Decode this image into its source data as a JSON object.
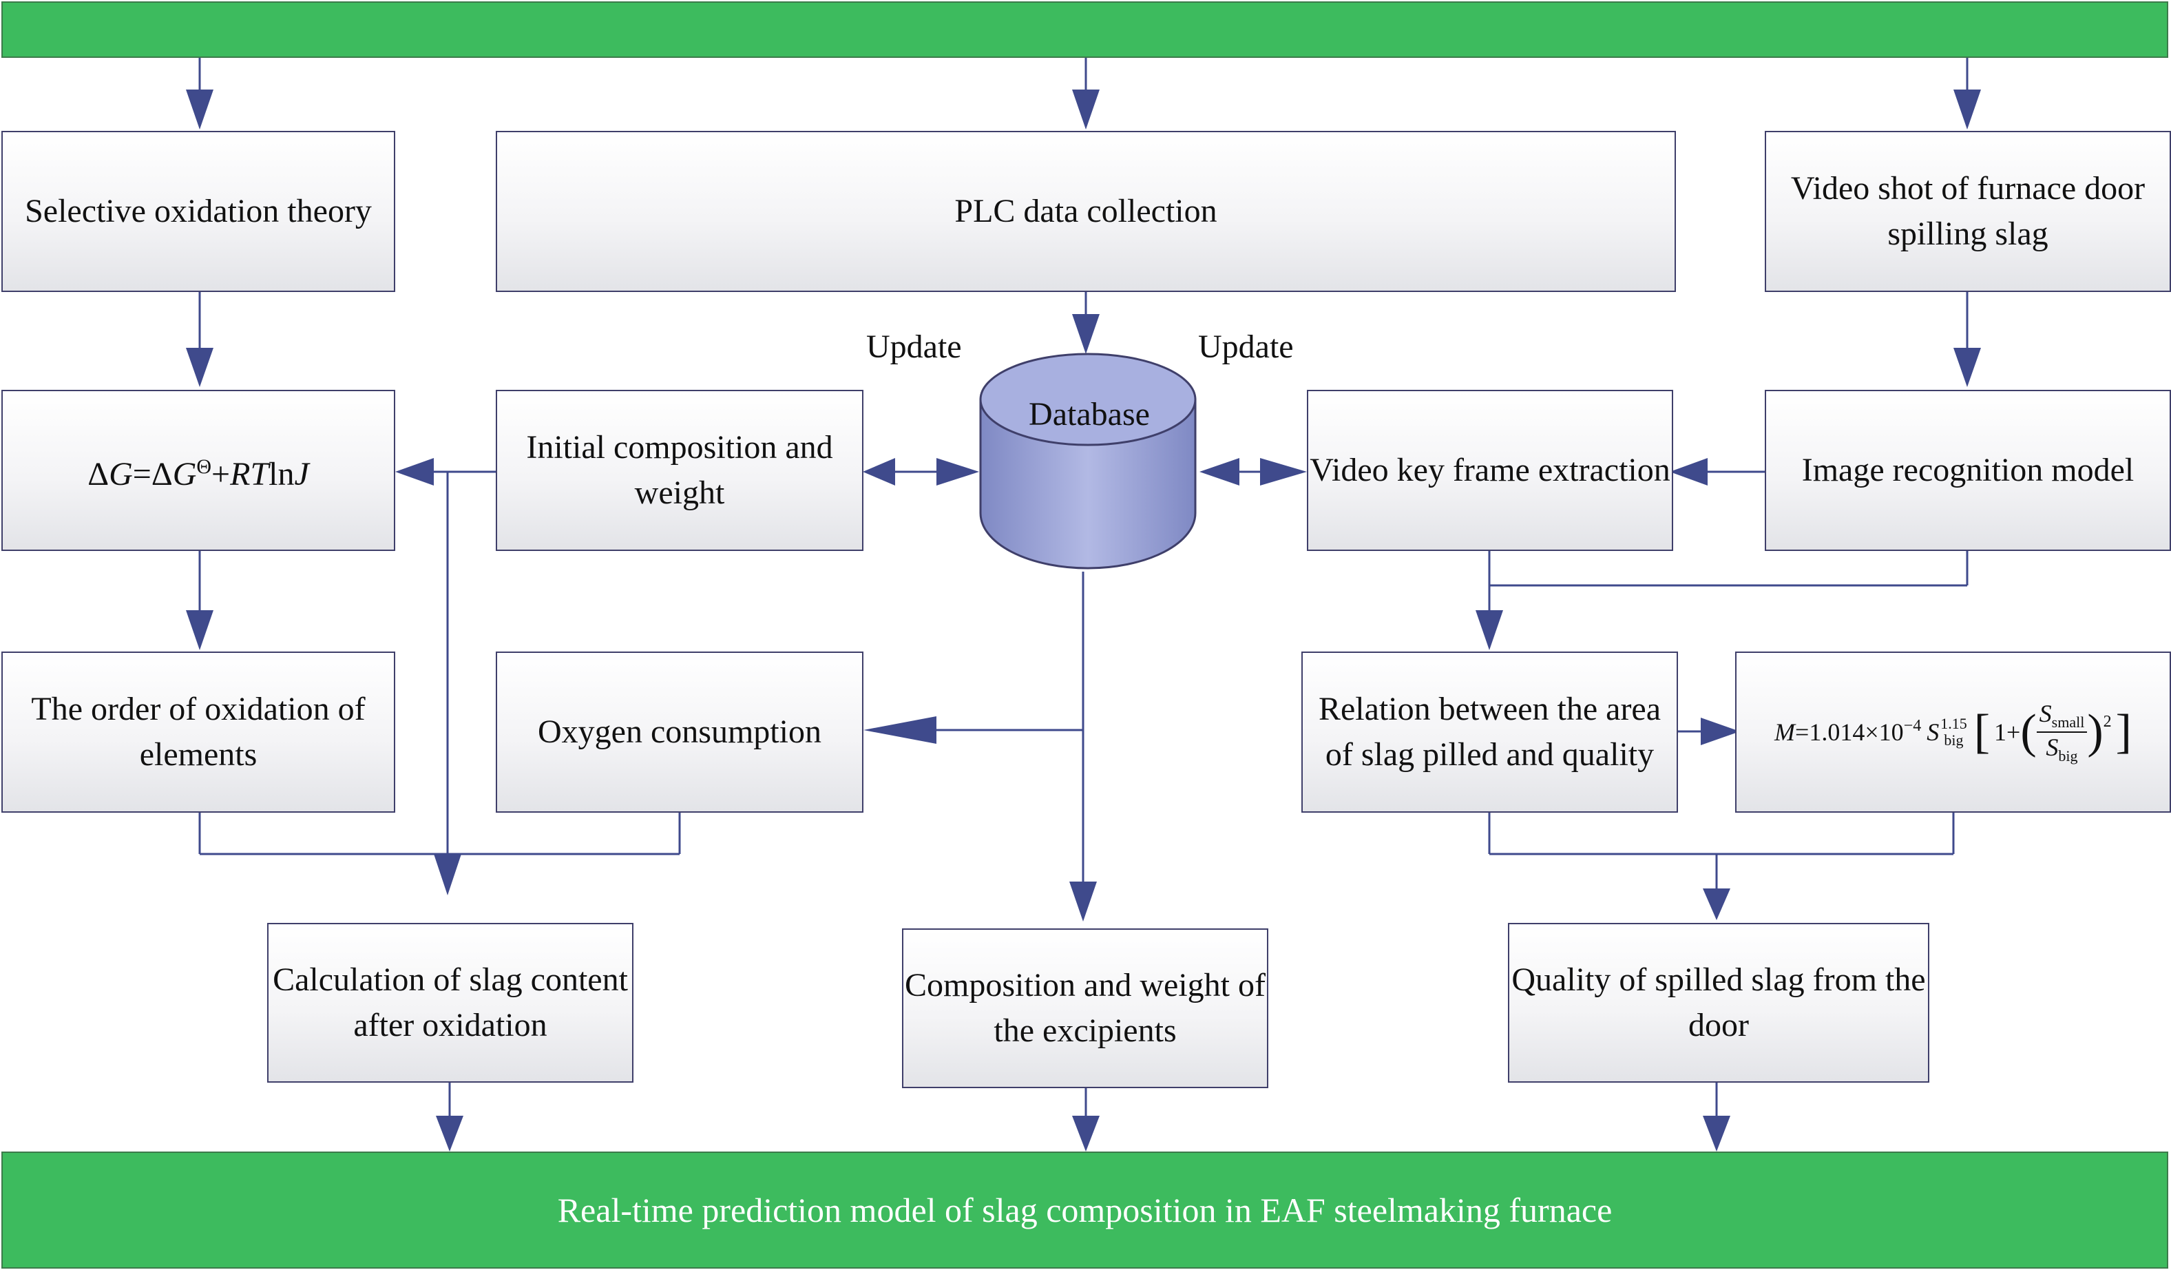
{
  "header": {
    "title": ""
  },
  "footer": {
    "title": "Real-time prediction model of slag composition in EAF steelmaking furnace"
  },
  "nodes": {
    "selective_oxidation": [
      "Selective oxidation",
      "theory"
    ],
    "plc": [
      "PLC data collection"
    ],
    "video_shot": [
      "Video shot of furnace",
      "door spilling slag"
    ],
    "gibbs": {
      "delta": "Δ",
      "G": "G",
      "eq": "=",
      "delta2": "Δ",
      "G2": "G",
      "theta": "Θ",
      "plus": "+",
      "RT": "RT",
      "ln": "ln",
      "J": "J"
    },
    "initial_composition": [
      "Initial composition",
      "and weight"
    ],
    "database": "Database",
    "video_key_frame": [
      "Video key frame",
      "extraction"
    ],
    "image_recognition": [
      "Image recognition",
      "model"
    ],
    "order_oxidation": [
      "The order of",
      "oxidation of",
      "elements"
    ],
    "oxygen": [
      "Oxygen",
      "consumption"
    ],
    "relation_area": [
      "Relation between the",
      "area of slag pilled",
      "and quality"
    ],
    "mass_formula": {
      "M": "M",
      "eq": "=1.014×10",
      "exp": "−4",
      "S": "S",
      "big_sup": "1.15",
      "big_sub": "big",
      "one_plus": "1+",
      "num_S": "S",
      "num_sub": "small",
      "den_S": "S",
      "den_sub": "big",
      "square": "2"
    },
    "calc_slag": [
      "Calculation of slag",
      "content after",
      "oxidation"
    ],
    "composition_excipients": [
      "Composition and",
      "weight of the",
      "excipients"
    ],
    "quality_spilled": [
      "Quality of spilled slag",
      "from the door"
    ]
  },
  "labels": {
    "update_left": "Update",
    "update_right": "Update"
  },
  "colors": {
    "bar_green": "#3dbb5e",
    "arrow": "#3f4a8c",
    "box_border": "#3f3f6a",
    "database": "#9aa4d6"
  }
}
